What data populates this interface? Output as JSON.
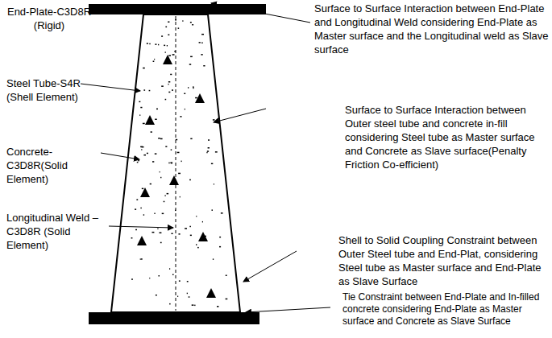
{
  "diagram": {
    "labels": [
      "End-Plate-C3D8R (Rigid)",
      "Surface to Surface Interaction  between End-Plate and Longitudinal Weld considering End-Plate as Master surface and the Longitudinal weld as Slave surface",
      "Steel Tube-S4R (Shell Element)",
      "Surface to Surface Interaction between Outer steel tube and concrete in-fill considering  Steel tube as Master surface and Concrete as Slave surface(Penalty Friction Co-efficient)",
      "Concrete-C3D8R(Solid Element)",
      "Longitudinal Weld –C3D8R (Solid Element)",
      "Shell to Solid Coupling Constraint between Outer Steel tube and End-Plat, considering Steel tube as Master surface and End-Plate as Slave Surface",
      "Tie Constraint between End-Plate and In-filled concrete considering  End-Plate as Master surface and Concrete as Slave Surface"
    ]
  }
}
